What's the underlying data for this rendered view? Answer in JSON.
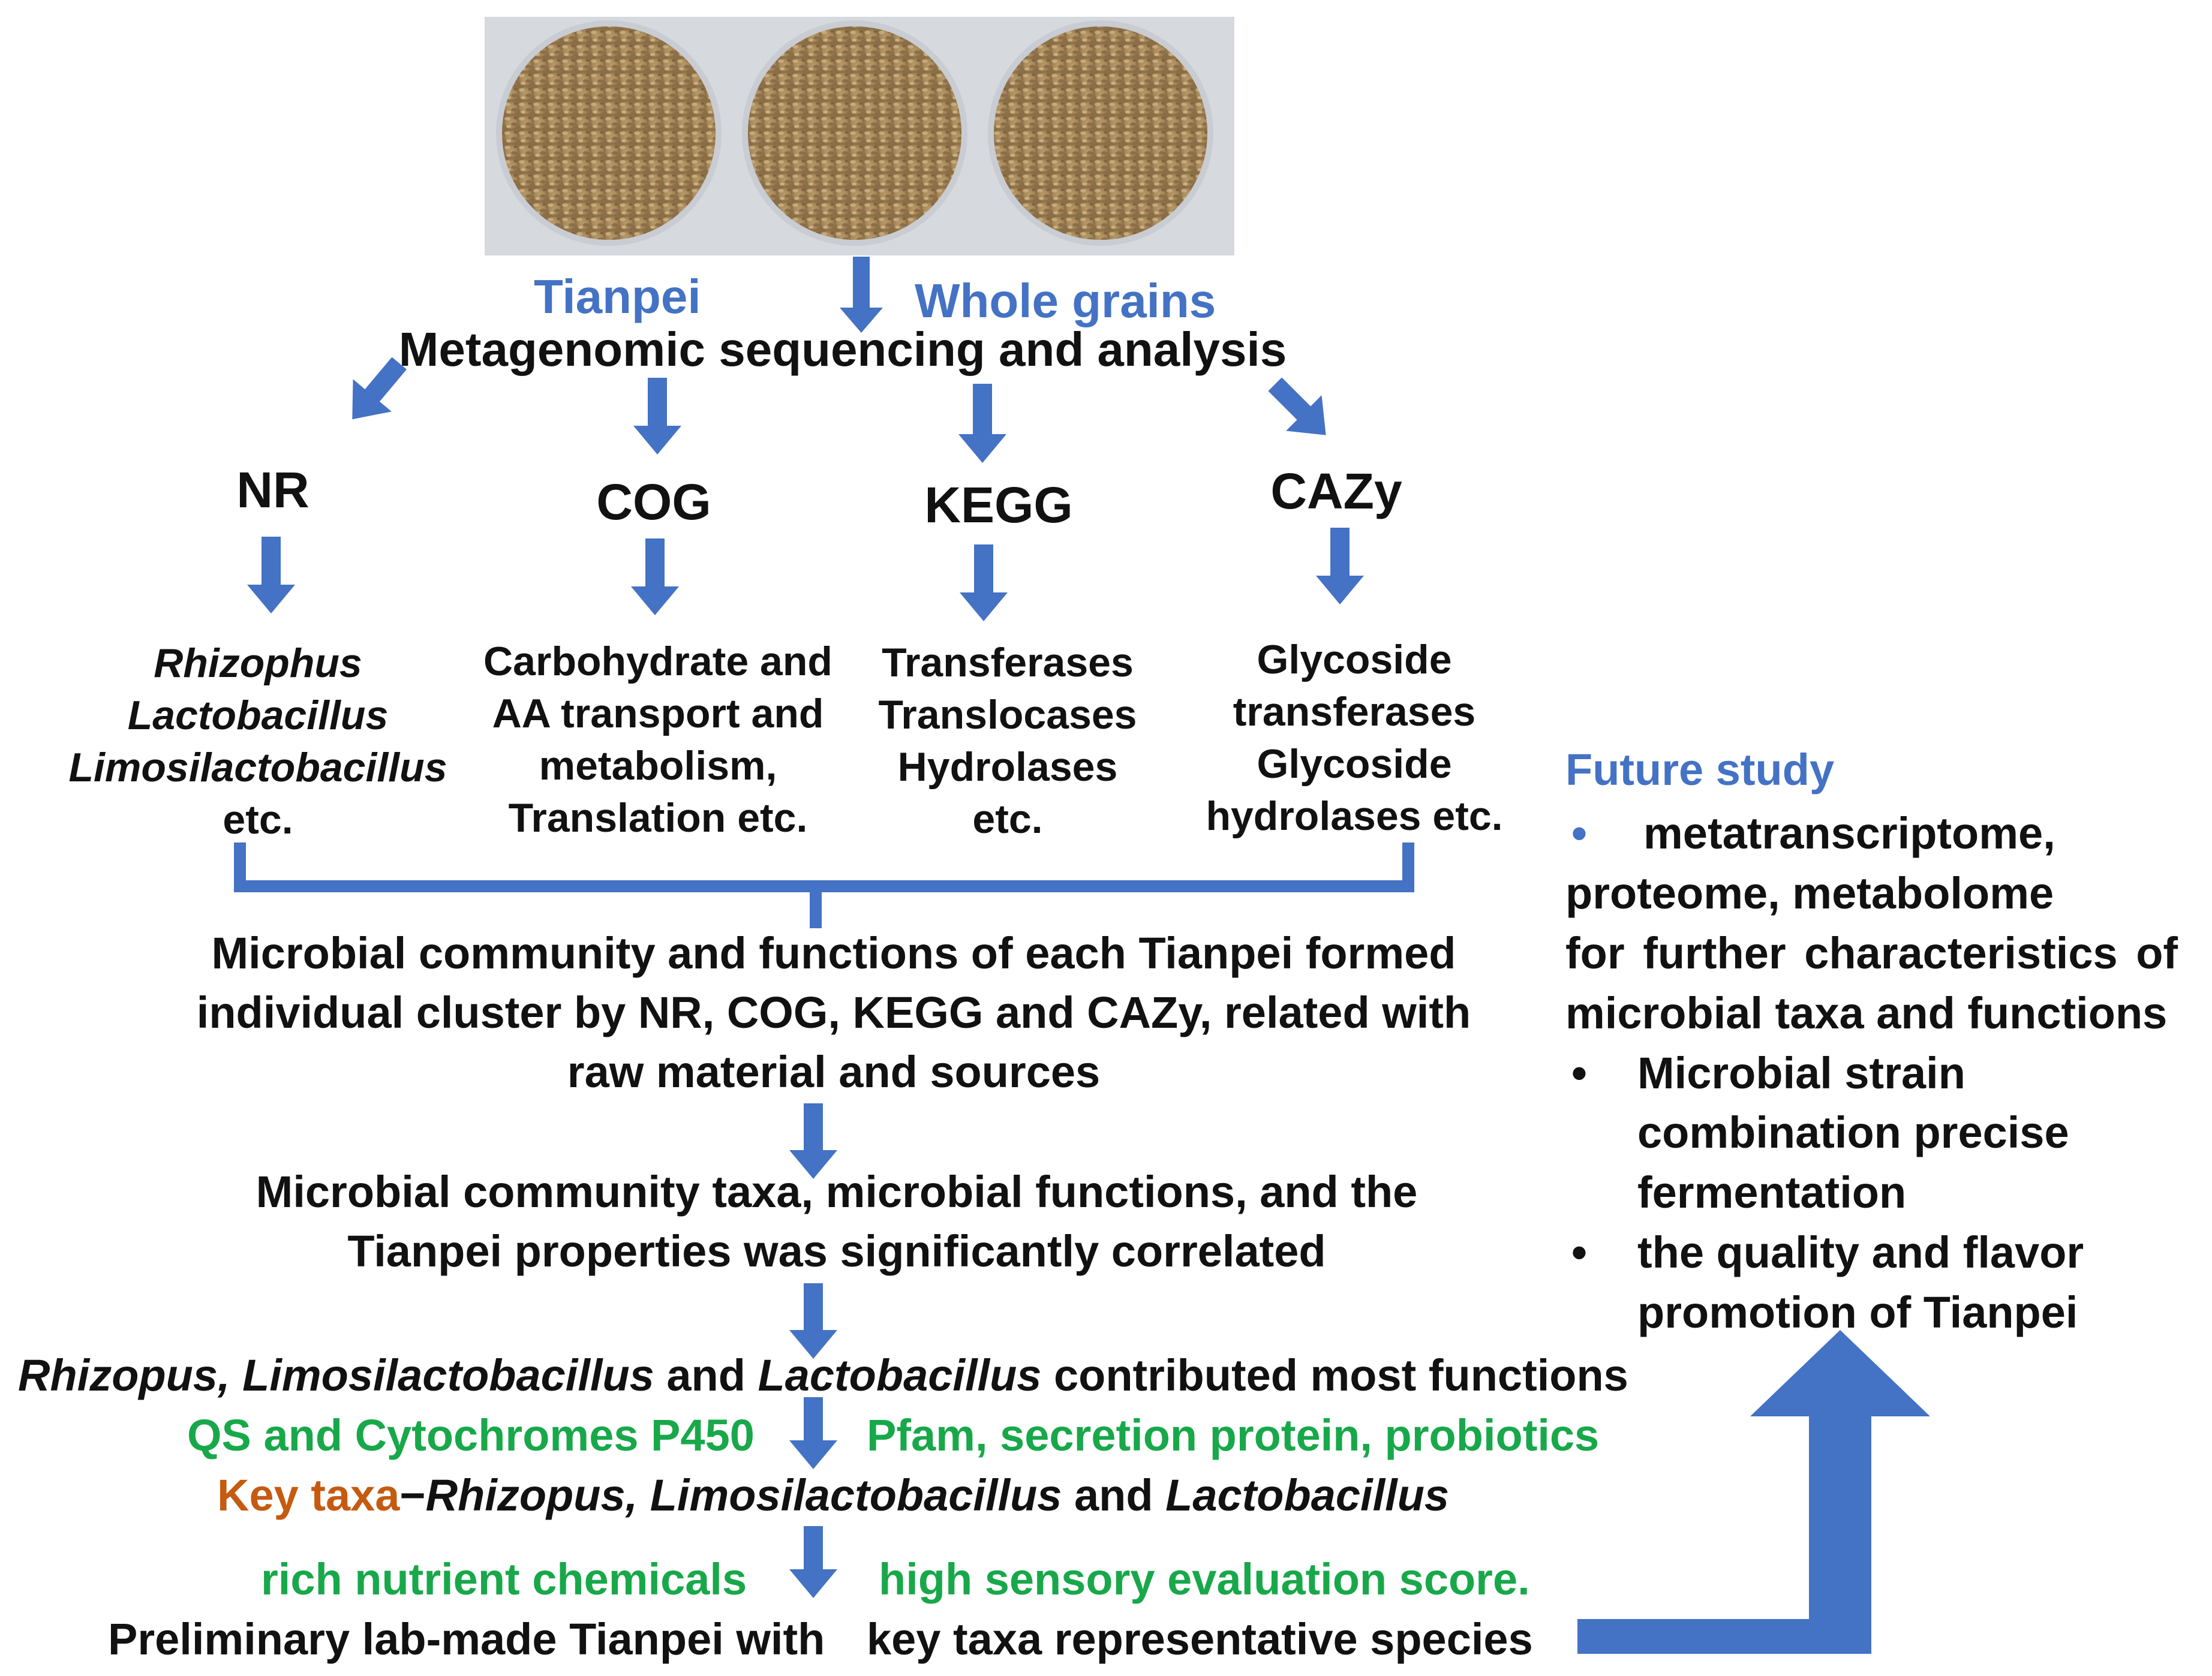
{
  "header": {
    "left_label": "Tianpei",
    "right_label": "Whole grains",
    "main_title": "Metagenomic sequencing and analysis"
  },
  "branches": [
    {
      "name": "NR",
      "lines": [
        "Rhizophus",
        "Lactobacillus",
        "Limosilactobacillus",
        "etc."
      ]
    },
    {
      "name": "COG",
      "lines": [
        "Carbohydrate and",
        "AA transport and",
        "metabolism,",
        "Translation etc."
      ]
    },
    {
      "name": "KEGG",
      "lines": [
        "Transferases",
        "Translocases",
        "Hydrolases",
        "etc."
      ]
    },
    {
      "name": "CAZy",
      "lines": [
        "Glycoside",
        "transferases",
        "Glycoside",
        "hydrolases etc."
      ]
    }
  ],
  "step1": [
    "Microbial community and functions of each Tianpei formed",
    "individual cluster by NR, COG, KEGG and CAZy, related with",
    "raw material and sources"
  ],
  "step2": [
    "Microbial community taxa, microbial functions, and the",
    "Tianpei properties was significantly correlated"
  ],
  "step3": {
    "part1": "Rhizopus, Limosilactobacillus",
    "part2": " and ",
    "part3": "Lactobacillus",
    "part4": " contributed most functions"
  },
  "step3_left_green": "QS and Cytochromes P450",
  "step3_right_green": "Pfam, secretion protein, probiotics",
  "key_taxa": {
    "label": "Key taxa",
    "dash": "−",
    "part1": "Rhizopus, Limosilactobacillus",
    "part2": " and ",
    "part3": "Lactobacillus"
  },
  "final_left_green": "rich nutrient chemicals",
  "final_right_green": "high sensory evaluation score.",
  "final_left": "Preliminary lab-made Tianpei with",
  "final_right": "key taxa representative species",
  "future": {
    "title": "Future study",
    "bullets": [
      "metatranscriptome, proteome, metabolome for further characteristics of microbial taxa and functions",
      "Microbial strain combination precise fermentation",
      "the quality and flavor promotion of Tianpei"
    ],
    "bullet_lines": [
      [
        "metatranscriptome,",
        "proteome, metabolome",
        "for  further  characteristics  of",
        "microbial taxa and functions"
      ],
      [
        "Microbial strain",
        "combination precise",
        "fermentation"
      ],
      [
        "the quality and flavor",
        "promotion of Tianpei"
      ]
    ]
  },
  "colors": {
    "arrow": "#4472C4",
    "title_blue": "#4472C4",
    "green": "#18A84A",
    "orange": "#C55A11",
    "text": "#111111"
  }
}
